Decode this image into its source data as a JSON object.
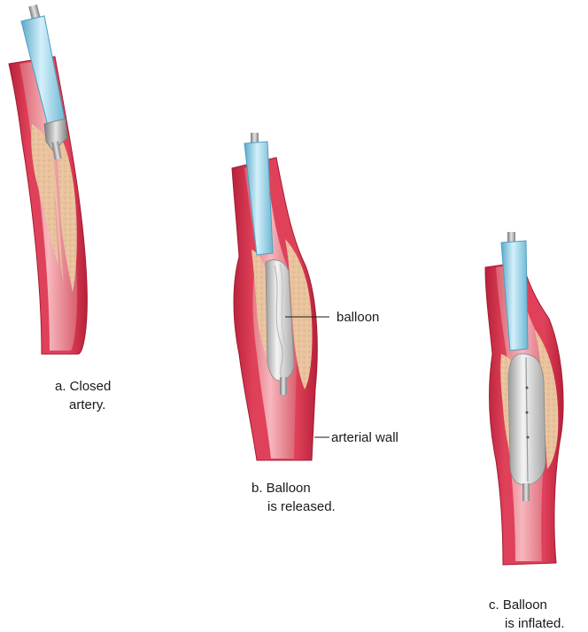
{
  "captions": {
    "a": {
      "line1": "a. Closed",
      "line2": "artery."
    },
    "b": {
      "line1": "b. Balloon",
      "line2": "is released."
    },
    "c": {
      "line1": "c. Balloon",
      "line2": "is inflated."
    }
  },
  "callouts": {
    "balloon": "balloon",
    "arterial_wall": "arterial wall"
  },
  "colors": {
    "artery_wall": "#e0415a",
    "artery_wall_dark": "#b8203a",
    "artery_lumen": "#f3a3ad",
    "plaque": "#e9c39e",
    "catheter": "#a9dcef",
    "catheter_edge": "#4a9fc2",
    "balloon": "#d8d8d8",
    "guidewire": "#8c8c8c"
  }
}
